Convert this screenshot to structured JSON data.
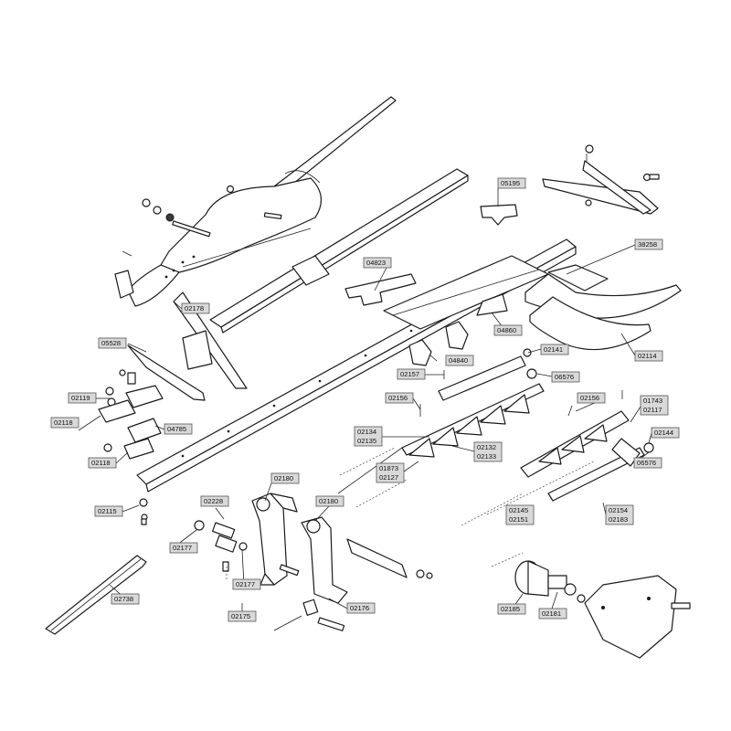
{
  "callouts": [
    {
      "id": "c-05195",
      "lines": [
        "05195"
      ]
    },
    {
      "id": "c-38258",
      "lines": [
        "38258"
      ]
    },
    {
      "id": "c-04823",
      "lines": [
        "04823"
      ]
    },
    {
      "id": "c-02178",
      "lines": [
        "02178"
      ]
    },
    {
      "id": "c-04860",
      "lines": [
        "04860"
      ]
    },
    {
      "id": "c-05528",
      "lines": [
        "05528"
      ]
    },
    {
      "id": "c-02141",
      "lines": [
        "02141"
      ]
    },
    {
      "id": "c-02114",
      "lines": [
        "02114"
      ]
    },
    {
      "id": "c-04840",
      "lines": [
        "04840"
      ]
    },
    {
      "id": "c-06576a",
      "lines": [
        "06576"
      ]
    },
    {
      "id": "c-02157",
      "lines": [
        "02157"
      ]
    },
    {
      "id": "c-02119",
      "lines": [
        "02119"
      ]
    },
    {
      "id": "c-02156a",
      "lines": [
        "02156"
      ]
    },
    {
      "id": "c-02156b",
      "lines": [
        "02156"
      ]
    },
    {
      "id": "c-01743",
      "lines": [
        "01743",
        "02117"
      ]
    },
    {
      "id": "c-02118a",
      "lines": [
        "02118"
      ]
    },
    {
      "id": "c-04785",
      "lines": [
        "04785"
      ]
    },
    {
      "id": "c-02134",
      "lines": [
        "02134",
        "02135"
      ]
    },
    {
      "id": "c-02144",
      "lines": [
        "02144"
      ]
    },
    {
      "id": "c-02118b",
      "lines": [
        "02118"
      ]
    },
    {
      "id": "c-02132",
      "lines": [
        "02132",
        "02133"
      ]
    },
    {
      "id": "c-06576b",
      "lines": [
        "06576"
      ]
    },
    {
      "id": "c-01873",
      "lines": [
        "01873",
        "02127"
      ]
    },
    {
      "id": "c-02180a",
      "lines": [
        "02180"
      ]
    },
    {
      "id": "c-02228",
      "lines": [
        "02228"
      ]
    },
    {
      "id": "c-02180b",
      "lines": [
        "02180"
      ]
    },
    {
      "id": "c-02115",
      "lines": [
        "02115"
      ]
    },
    {
      "id": "c-02145",
      "lines": [
        "02145",
        "02151"
      ]
    },
    {
      "id": "c-02154",
      "lines": [
        "02154",
        "02183"
      ]
    },
    {
      "id": "c-02177a",
      "lines": [
        "02177"
      ]
    },
    {
      "id": "c-02177b",
      "lines": [
        "02177"
      ]
    },
    {
      "id": "c-02738",
      "lines": [
        "02738"
      ]
    },
    {
      "id": "c-02176",
      "lines": [
        "02176"
      ]
    },
    {
      "id": "c-02185",
      "lines": [
        "02185"
      ]
    },
    {
      "id": "c-02181",
      "lines": [
        "02181"
      ]
    },
    {
      "id": "c-02175",
      "lines": [
        "02175"
      ]
    }
  ]
}
